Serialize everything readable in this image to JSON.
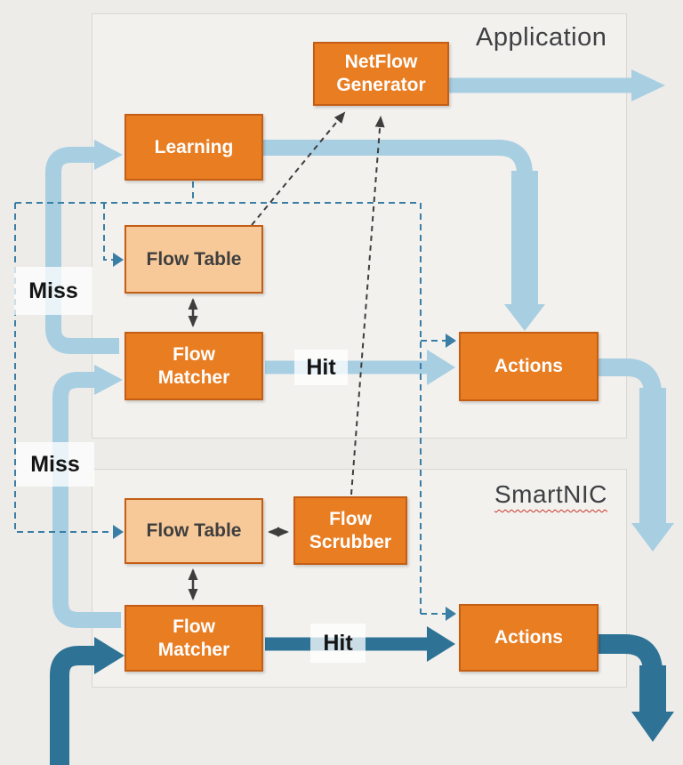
{
  "sections": {
    "application": {
      "label": "Application"
    },
    "smartnic": {
      "label": "SmartNIC"
    }
  },
  "nodes": {
    "netflow_generator": {
      "lines": [
        "NetFlow",
        "Generator"
      ]
    },
    "learning": {
      "lines": [
        "Learning"
      ]
    },
    "flow_table_app": {
      "lines": [
        "Flow Table"
      ]
    },
    "flow_matcher_app": {
      "lines": [
        "Flow",
        "Matcher"
      ]
    },
    "actions_app": {
      "lines": [
        "Actions"
      ]
    },
    "flow_table_nic": {
      "lines": [
        "Flow Table"
      ]
    },
    "flow_scrubber": {
      "lines": [
        "Flow",
        "Scrubber"
      ]
    },
    "flow_matcher_nic": {
      "lines": [
        "Flow",
        "Matcher"
      ]
    },
    "actions_nic": {
      "lines": [
        "Actions"
      ]
    }
  },
  "edge_labels": {
    "miss_upper": "Miss",
    "miss_lower": "Miss",
    "hit_app": "Hit",
    "hit_nic": "Hit"
  },
  "colors": {
    "page_bg": "#EDECE9",
    "container_fill": "#F2F1EE",
    "container_border": "#D8D7D3",
    "node_orange": "#E87D22",
    "node_orange_light": "#F7C998",
    "node_border": "#C45E14",
    "node_text_white": "#FFFFFF",
    "node_text_dark": "#3F3F3F",
    "arrow_light_blue": "#A8CEE2",
    "arrow_dark_blue": "#2E7396",
    "dashed_blue": "#3A7EA5",
    "dashed_black": "#3E3E3E",
    "section_text": "#3F4043",
    "wavy_underline_red": "#C9342A"
  },
  "edges": [
    {
      "from": "flow_matcher_app",
      "to": "learning",
      "style": "thick-light-blue",
      "label": "Miss"
    },
    {
      "from": "flow_matcher_nic",
      "to": "flow_matcher_app",
      "style": "thick-light-blue",
      "label": "Miss"
    },
    {
      "from": "learning",
      "to": "actions_app",
      "style": "thick-light-blue",
      "label": ""
    },
    {
      "from": "netflow_generator",
      "to": "external-right",
      "style": "thick-light-blue",
      "label": ""
    },
    {
      "from": "flow_matcher_app",
      "to": "actions_app",
      "style": "thick-light-blue",
      "label": "Hit"
    },
    {
      "from": "actions_app",
      "to": "external-down",
      "style": "thick-light-blue",
      "label": ""
    },
    {
      "from": "external-bottom",
      "to": "flow_matcher_nic",
      "style": "thick-dark-blue",
      "label": ""
    },
    {
      "from": "flow_matcher_nic",
      "to": "actions_nic",
      "style": "thick-dark-blue",
      "label": "Hit"
    },
    {
      "from": "actions_nic",
      "to": "external-bottom",
      "style": "thick-dark-blue",
      "label": ""
    },
    {
      "from": "learning",
      "to": "flow_table_app",
      "style": "dashed-blue",
      "label": ""
    },
    {
      "from": "learning",
      "to": "flow_table_nic",
      "style": "dashed-blue",
      "label": ""
    },
    {
      "from": "learning",
      "to": "actions_app",
      "style": "dashed-blue",
      "label": ""
    },
    {
      "from": "learning",
      "to": "actions_nic",
      "style": "dashed-blue",
      "label": ""
    },
    {
      "from": "flow_table_app",
      "to": "netflow_generator",
      "style": "dashed-black",
      "label": ""
    },
    {
      "from": "flow_scrubber",
      "to": "netflow_generator",
      "style": "dashed-black",
      "label": ""
    },
    {
      "from": "flow_table_app",
      "to": "flow_matcher_app",
      "style": "double-arrow",
      "label": ""
    },
    {
      "from": "flow_table_nic",
      "to": "flow_matcher_nic",
      "style": "double-arrow",
      "label": ""
    },
    {
      "from": "flow_table_nic",
      "to": "flow_scrubber",
      "style": "double-arrow",
      "label": ""
    }
  ]
}
